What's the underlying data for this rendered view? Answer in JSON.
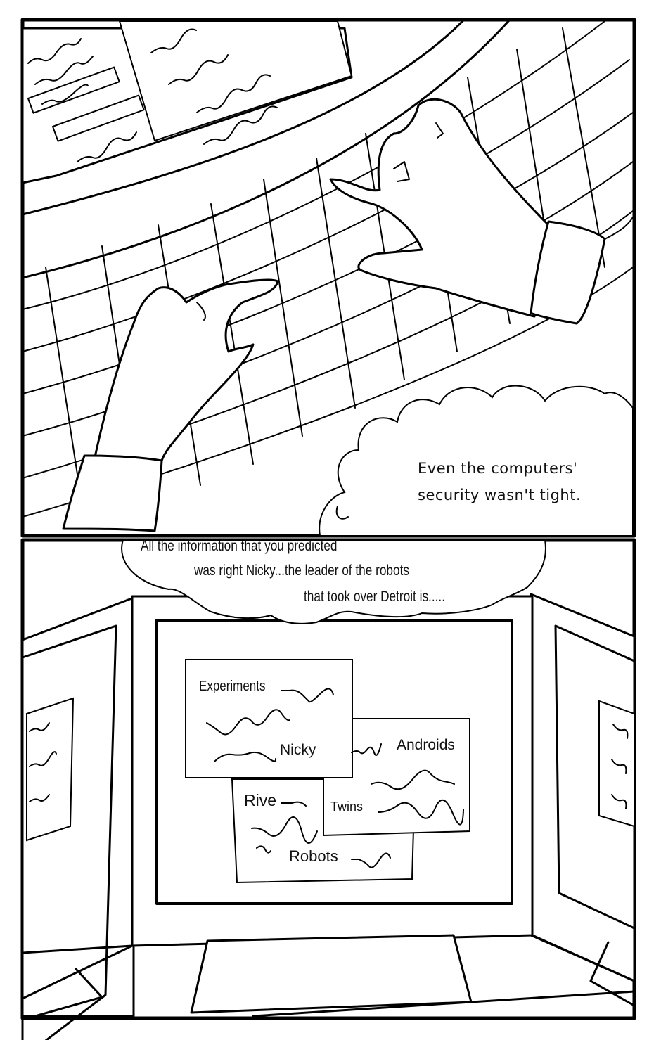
{
  "page": {
    "type": "comic-page",
    "panels": [
      {
        "id": "panel-1",
        "scene": "hands typing on a keyboard next to papers",
        "caption": {
          "lines": [
            "Even the computers'",
            "security wasn't tight."
          ]
        }
      },
      {
        "id": "panel-2",
        "scene": "three monitors showing overlapping document windows",
        "speech_bubble": {
          "lines": [
            "All the information that you predicted",
            "was right Nicky...the leader of the robots",
            "that took over Detroit is....."
          ]
        },
        "screen_documents": {
          "doc1": {
            "title": "Experiments",
            "label": "Nicky"
          },
          "doc2": {
            "title": "Androids",
            "label": "Twins"
          },
          "doc3": {
            "title": "Rive",
            "label": "Robots"
          }
        }
      }
    ]
  }
}
